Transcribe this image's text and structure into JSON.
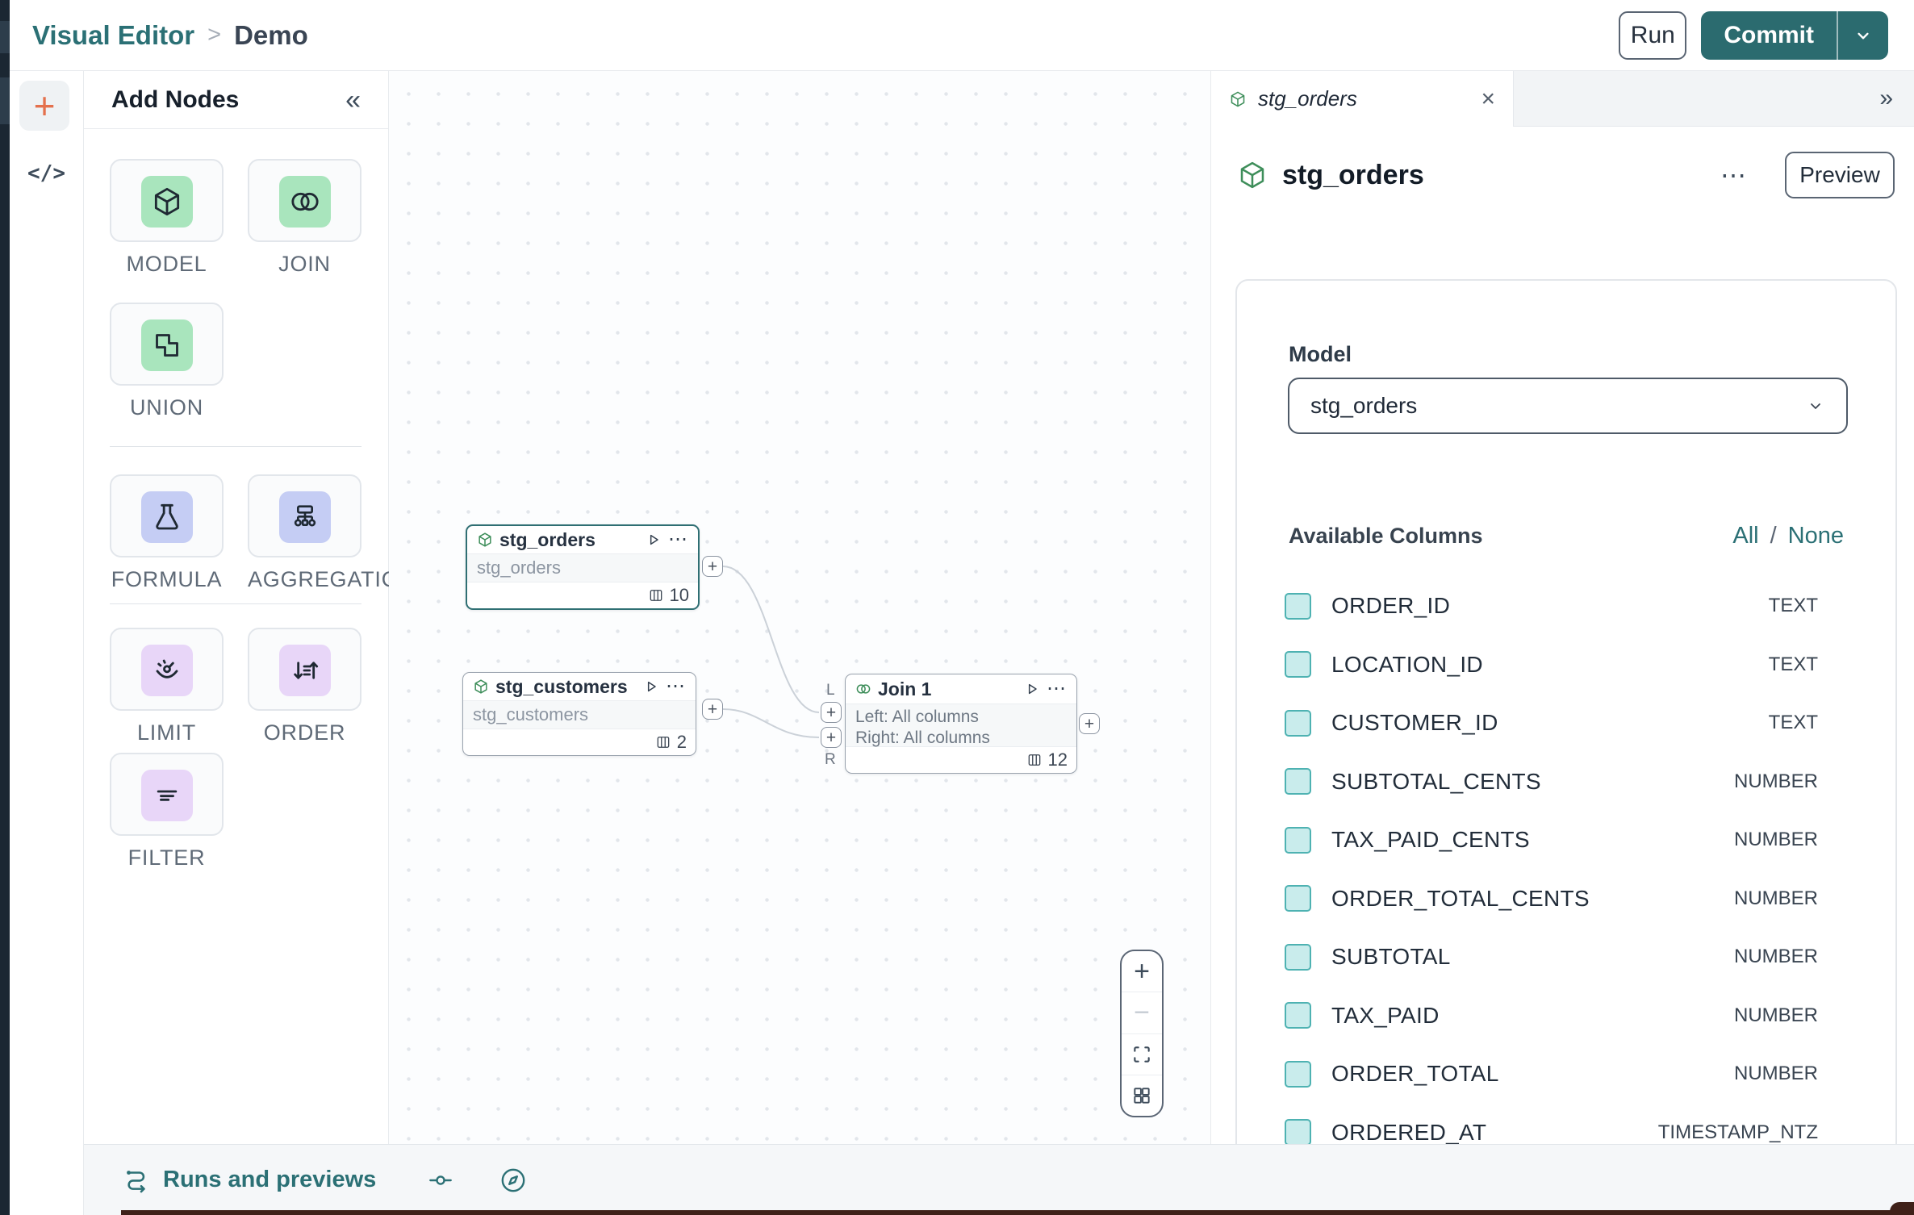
{
  "topbar": {
    "breadcrumb": {
      "section": "Visual Editor",
      "separator": ">",
      "page": "Demo"
    },
    "run_label": "Run",
    "commit_label": "Commit"
  },
  "left_rail": {
    "add_glyph": "+",
    "code_glyph": "</>"
  },
  "add_nodes": {
    "title": "Add Nodes",
    "collapse_glyph": "«",
    "items": [
      {
        "label": "MODEL"
      },
      {
        "label": "JOIN"
      },
      {
        "label": "UNION"
      },
      {
        "label": "FORMULA"
      },
      {
        "label": "AGGREGATION"
      },
      {
        "label": "LIMIT"
      },
      {
        "label": "ORDER"
      },
      {
        "label": "FILTER"
      }
    ]
  },
  "canvas": {
    "node_menu_glyph": "⋯",
    "port_glyph": "+",
    "nodes": {
      "stg_orders": {
        "title": "stg_orders",
        "subtitle": "stg_orders",
        "column_count": "10"
      },
      "stg_customers": {
        "title": "stg_customers",
        "subtitle": "stg_customers",
        "column_count": "2"
      },
      "join": {
        "title": "Join 1",
        "left_line": "Left: All columns",
        "right_line": "Right: All columns",
        "column_count": "12",
        "left_port_label": "L",
        "right_port_label": "R"
      }
    },
    "zoom_controls": {
      "zoom_in_glyph": "+",
      "zoom_out_glyph": "−"
    }
  },
  "right_panel": {
    "tab": {
      "title": "stg_orders",
      "close_glyph": "×",
      "expand_glyph": "»"
    },
    "header": {
      "title": "stg_orders",
      "menu_glyph": "⋯",
      "preview_label": "Preview"
    },
    "model": {
      "label": "Model",
      "value": "stg_orders"
    },
    "columns": {
      "label": "Available Columns",
      "all_label": "All",
      "separator": "/",
      "none_label": "None",
      "rows": [
        {
          "name": "ORDER_ID",
          "type": "TEXT"
        },
        {
          "name": "LOCATION_ID",
          "type": "TEXT"
        },
        {
          "name": "CUSTOMER_ID",
          "type": "TEXT"
        },
        {
          "name": "SUBTOTAL_CENTS",
          "type": "NUMBER"
        },
        {
          "name": "TAX_PAID_CENTS",
          "type": "NUMBER"
        },
        {
          "name": "ORDER_TOTAL_CENTS",
          "type": "NUMBER"
        },
        {
          "name": "SUBTOTAL",
          "type": "NUMBER"
        },
        {
          "name": "TAX_PAID",
          "type": "NUMBER"
        },
        {
          "name": "ORDER_TOTAL",
          "type": "NUMBER"
        },
        {
          "name": "ORDERED_AT",
          "type": "TIMESTAMP_NTZ"
        }
      ]
    }
  },
  "bottom_bar": {
    "runs_label": "Runs and previews"
  },
  "colors": {
    "accent_teal": "#2B6B6F",
    "link_teal": "#2B7075",
    "node_icon_green": "#3E8E5A",
    "tile_green": "#A9E5BD",
    "tile_periwinkle": "#C5CDF4",
    "tile_purple": "#E8D6F8",
    "checkbox_fill": "#C9ECEC",
    "checkbox_border": "#4EB2B2",
    "selected_node_border": "#2F6F73",
    "rail_plus_orange": "#E4714D"
  }
}
